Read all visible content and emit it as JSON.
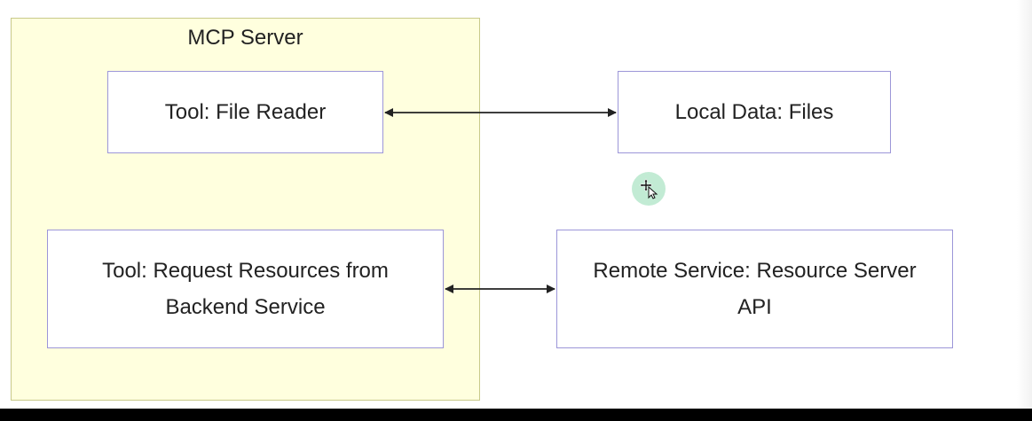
{
  "diagram": {
    "group": {
      "title": "MCP Server"
    },
    "nodes": {
      "file_reader": "Tool: File Reader",
      "local_data": "Local Data: Files",
      "request_resources": "Tool: Request Resources from Backend Service",
      "remote_service": "Remote Service: Resource Server API"
    },
    "edges": [
      {
        "from": "Tool: File Reader",
        "to": "Local Data: Files",
        "direction": "bidirectional"
      },
      {
        "from": "Tool: Request Resources from Backend Service",
        "to": "Remote Service: Resource Server API",
        "direction": "bidirectional"
      }
    ],
    "colors": {
      "group_fill": "#ffffde",
      "group_border": "#c8c98a",
      "node_border": "#9c96d8",
      "edge": "#222222",
      "cursor_highlight": "#78d2a0"
    }
  },
  "cursor": {
    "icon": "move-cursor-icon"
  }
}
